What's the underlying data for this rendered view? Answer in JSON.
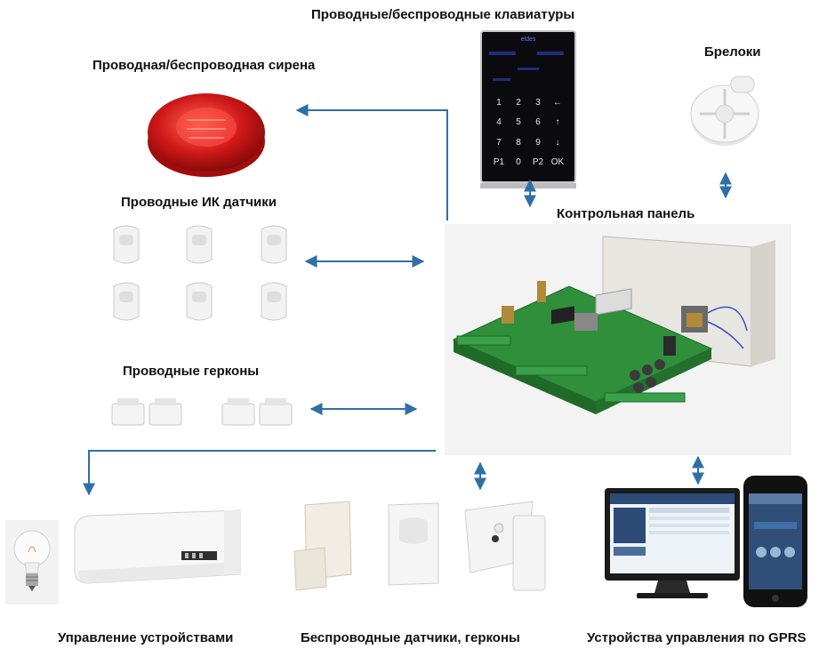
{
  "labels": {
    "keypads": "Проводные/беспроводные клавиатуры",
    "siren": "Проводная/беспроводная сирена",
    "keyfobs": "Брелоки",
    "ir_sensors": "Проводные ИК датчики",
    "control_panel": "Контрольная панель",
    "reed_switches": "Проводные герконы",
    "device_control": "Управление устройствами",
    "wireless_sensors": "Беспроводные датчики, герконы",
    "gprs_devices": "Устройства управления по GPRS"
  },
  "keypad": {
    "brand": "eldes",
    "keys": [
      "1",
      "2",
      "3",
      "←",
      "4",
      "5",
      "6",
      "↑",
      "7",
      "8",
      "9",
      "↓",
      "P1",
      "0",
      "P2",
      "OK"
    ]
  },
  "colors": {
    "arrow": "#2f6fa8",
    "siren_red": "#d01818",
    "board_green": "#2f8f3a"
  }
}
